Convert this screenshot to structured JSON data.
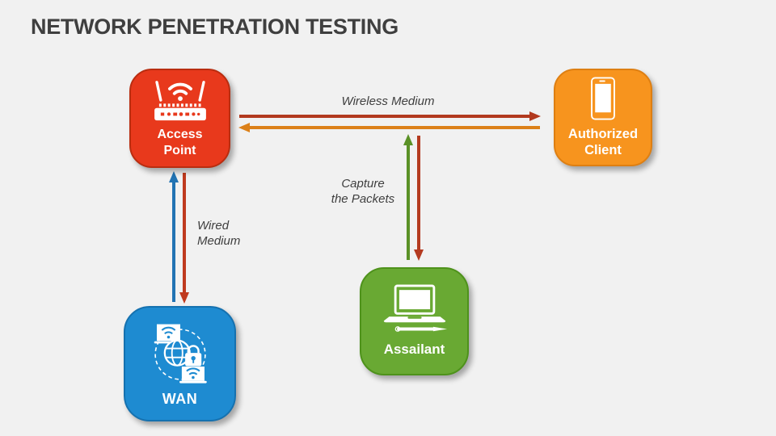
{
  "title": "NETWORK PENETRATION TESTING",
  "nodes": {
    "access_point": {
      "label": "Access Point",
      "fill": "#E8391C",
      "border": "#B92D10",
      "icon": "wifi-router-icon"
    },
    "authorized_client": {
      "label": "Authorized Client",
      "fill": "#F7941E",
      "border": "#DE7F12",
      "icon": "smartphone-icon"
    },
    "wan": {
      "label": "WAN",
      "fill": "#1E8BD1",
      "border": "#1571AF",
      "icon": "wan-globe-lock-icon"
    },
    "assailant": {
      "label": "Assailant",
      "fill": "#69A933",
      "border": "#4E921B",
      "icon": "laptop-pen-icon"
    }
  },
  "edges": {
    "wireless": {
      "label": "Wireless Medium",
      "arrow_to_client_color": "#B2391E",
      "arrow_to_access_point_color": "#DC8018"
    },
    "wired": {
      "label": "Wired Medium",
      "lines": [
        "Wired",
        "Medium"
      ],
      "arrow_to_access_point_color": "#2273B3",
      "arrow_to_wan_color": "#BF3A1E"
    },
    "capture": {
      "label": "Capture the Packets",
      "lines": [
        "Capture",
        "the Packets"
      ],
      "arrow_to_medium_color": "#5A9126",
      "arrow_to_assailant_color": "#B43A20"
    }
  },
  "colors": {
    "background": "#F1F1F1",
    "title_text": "#3F3F3F"
  }
}
